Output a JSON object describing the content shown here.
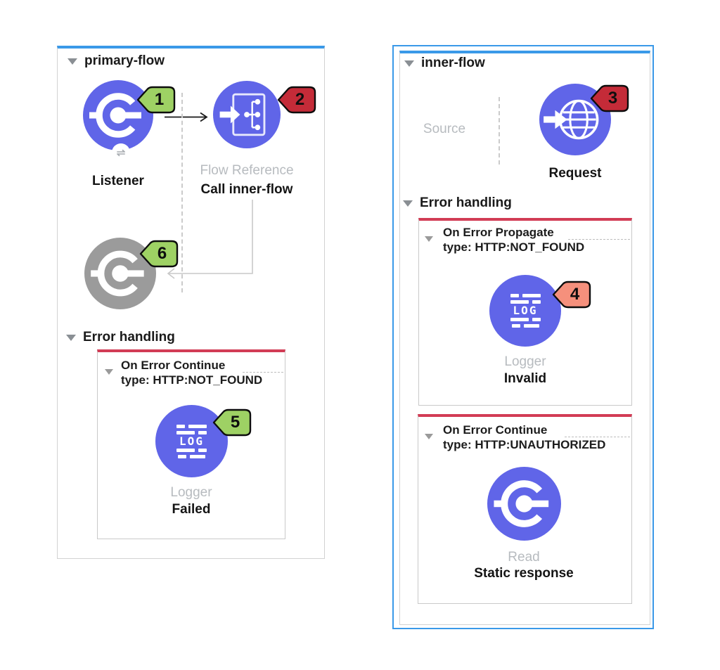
{
  "colors": {
    "component_blue": "#6065e8",
    "disabled_gray": "#9b9b9b",
    "panel_accent_blue": "#3a99e8",
    "error_bar_red": "#d23c55",
    "badge_green": "#9ed164",
    "badge_red": "#c42b38",
    "badge_salmon": "#f5907c"
  },
  "icons": {
    "sync_glyph": "⇌",
    "log_text": "LOG"
  },
  "left_panel": {
    "title": "primary-flow",
    "listener": {
      "label": "Listener",
      "badge": "1"
    },
    "flow_reference": {
      "type_label": "Flow Reference",
      "name_label": "Call inner-flow",
      "badge": "2"
    },
    "ghost": {
      "badge": "6"
    },
    "error_handling": {
      "title": "Error handling",
      "handler": {
        "title": "On Error Continue",
        "type_line": "type: HTTP:NOT_FOUND",
        "logger": {
          "type_label": "Logger",
          "name_label": "Failed",
          "badge": "5"
        }
      }
    }
  },
  "right_panel": {
    "title": "inner-flow",
    "source_label": "Source",
    "request": {
      "label": "Request",
      "badge": "3"
    },
    "error_handling": {
      "title": "Error handling",
      "propagate_handler": {
        "title": "On Error Propagate",
        "type_line": "type: HTTP:NOT_FOUND",
        "logger": {
          "type_label": "Logger",
          "name_label": "Invalid",
          "badge": "4"
        }
      },
      "continue_handler": {
        "title": "On Error Continue",
        "type_line": "type: HTTP:UNAUTHORIZED",
        "read": {
          "type_label": "Read",
          "name_label": "Static response"
        }
      }
    }
  }
}
